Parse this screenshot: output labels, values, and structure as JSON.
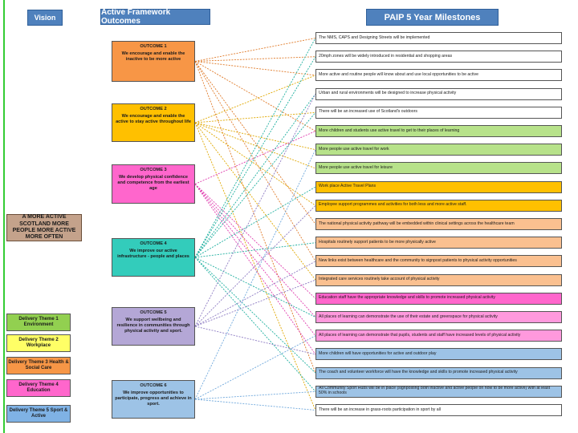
{
  "headers": {
    "vision": "Vision",
    "outcomes": "Active Framework Outcomes",
    "milestones": "PAIP 5 Year Milestones"
  },
  "vision": {
    "text": "A MORE ACTIVE SCOTLAND MORE PEOPLE MORE ACTIVE MORE OFTEN",
    "color": "#c4a28b"
  },
  "themes": [
    {
      "text": "Delivery Theme 1 Environment",
      "color": "#92d050"
    },
    {
      "text": "Delivery Theme 2 Workplace",
      "color": "#ffff66"
    },
    {
      "text": "Delivery Theme 3 Health & Social Care",
      "color": "#f79646"
    },
    {
      "text": "Delivery Theme 4 Education",
      "color": "#ff66cc"
    },
    {
      "text": "Delivery Theme 5 Sport & Active",
      "color": "#7fb2e5"
    }
  ],
  "outcomes": [
    {
      "title": "OUTCOME 1",
      "text": "We encourage and enable the inactive to be more active",
      "color": "#f79646",
      "line_color": "#e07b2a"
    },
    {
      "title": "OUTCOME 2",
      "text": "We encourage and enable the active to stay active throughout life",
      "color": "#ffc000",
      "line_color": "#e0a800"
    },
    {
      "title": "OUTCOME 3",
      "text": "We develop physical confidence and competence from the earliest age",
      "color": "#ff66cc",
      "line_color": "#e040b0"
    },
    {
      "title": "OUTCOME 4",
      "text": "We improve our active infrastructure - people and places",
      "color": "#33ccbb",
      "line_color": "#20b0a0"
    },
    {
      "title": "OUTCOME 5",
      "text": "We support wellbeing and resilience in communities through physical activity and sport.",
      "color": "#b4a7d6",
      "line_color": "#8e7cc3"
    },
    {
      "title": "OUTCOME 6",
      "text": "We improve opportunities to participate, progress and achieve in sport.",
      "color": "#9dc3e6",
      "line_color": "#6fa8dc"
    }
  ],
  "milestones": [
    {
      "text": "The NMS, CAPS and Designing Streets will be implemented",
      "color": "#ffffff"
    },
    {
      "text": "20mph zones will be widely introduced in residential and shopping areas",
      "color": "#ffffff"
    },
    {
      "text": "More active and routine people will know about and use local opportunities to be active",
      "color": "#ffffff"
    },
    {
      "text": "Urban and rural environments will be designed to increase physical activity",
      "color": "#ffffff"
    },
    {
      "text": "There will be an increased use of Scotland's outdoors",
      "color": "#ffffff"
    },
    {
      "text": "More children and students use active travel to get to their places of learning",
      "color": "#b7e28a"
    },
    {
      "text": "More people use active travel for work",
      "color": "#b7e28a"
    },
    {
      "text": "More people use active travel for leisure",
      "color": "#b7e28a"
    },
    {
      "text": "Work place Active Travel Plans",
      "color": "#ffc000"
    },
    {
      "text": "Employee support programmes and activities for both less and more active staff.",
      "color": "#ffc000"
    },
    {
      "text": "The national physical activity pathway will be embedded within clinical settings across the healthcare team",
      "color": "#fac090"
    },
    {
      "text": "Hospitals routinely support patients to be more physically active",
      "color": "#fac090"
    },
    {
      "text": "New links exist between healthcare and the community to signpost patients to physical activity opportunities",
      "color": "#fac090"
    },
    {
      "text": "Integrated care services routinely take account of physical activity",
      "color": "#fac090"
    },
    {
      "text": "Education staff have the appropriate knowledge and skills to promote increased physical activity",
      "color": "#ff66cc"
    },
    {
      "text": "All places of learning can demonstrate the use of their estate and greenspace for physical activity",
      "color": "#ff99dd"
    },
    {
      "text": "All places of learning can demonstrate that pupils, students and staff have increased levels of physical activity",
      "color": "#ff99dd"
    },
    {
      "text": "More children will have opportunities for active and outdoor play",
      "color": "#9dc3e6"
    },
    {
      "text": "The coach and volunteer workforce will have the knowledge and skills to promote increased physical activity",
      "color": "#9dc3e6"
    },
    {
      "text": "All Community Sport Hubs will be in place (signposting both inactive and active people on how to be more active) with at least 50% in schools",
      "color": "#9dc3e6"
    },
    {
      "text": "There will be an increase in grass-roots participation in sport by all",
      "color": "#ffffff"
    }
  ],
  "connections": [
    [
      0,
      0
    ],
    [
      0,
      1
    ],
    [
      0,
      2
    ],
    [
      0,
      5
    ],
    [
      0,
      10
    ],
    [
      0,
      12
    ],
    [
      0,
      18
    ],
    [
      1,
      2
    ],
    [
      1,
      4
    ],
    [
      1,
      6
    ],
    [
      1,
      7
    ],
    [
      1,
      9
    ],
    [
      1,
      13
    ],
    [
      1,
      20
    ],
    [
      2,
      5
    ],
    [
      2,
      14
    ],
    [
      2,
      15
    ],
    [
      2,
      16
    ],
    [
      2,
      17
    ],
    [
      3,
      0
    ],
    [
      3,
      1
    ],
    [
      3,
      3
    ],
    [
      3,
      4
    ],
    [
      3,
      8
    ],
    [
      3,
      11
    ],
    [
      3,
      15
    ],
    [
      3,
      18
    ],
    [
      3,
      19
    ],
    [
      4,
      3
    ],
    [
      4,
      9
    ],
    [
      4,
      12
    ],
    [
      4,
      13
    ],
    [
      4,
      17
    ],
    [
      5,
      6
    ],
    [
      5,
      16
    ],
    [
      5,
      19
    ],
    [
      5,
      20
    ]
  ]
}
